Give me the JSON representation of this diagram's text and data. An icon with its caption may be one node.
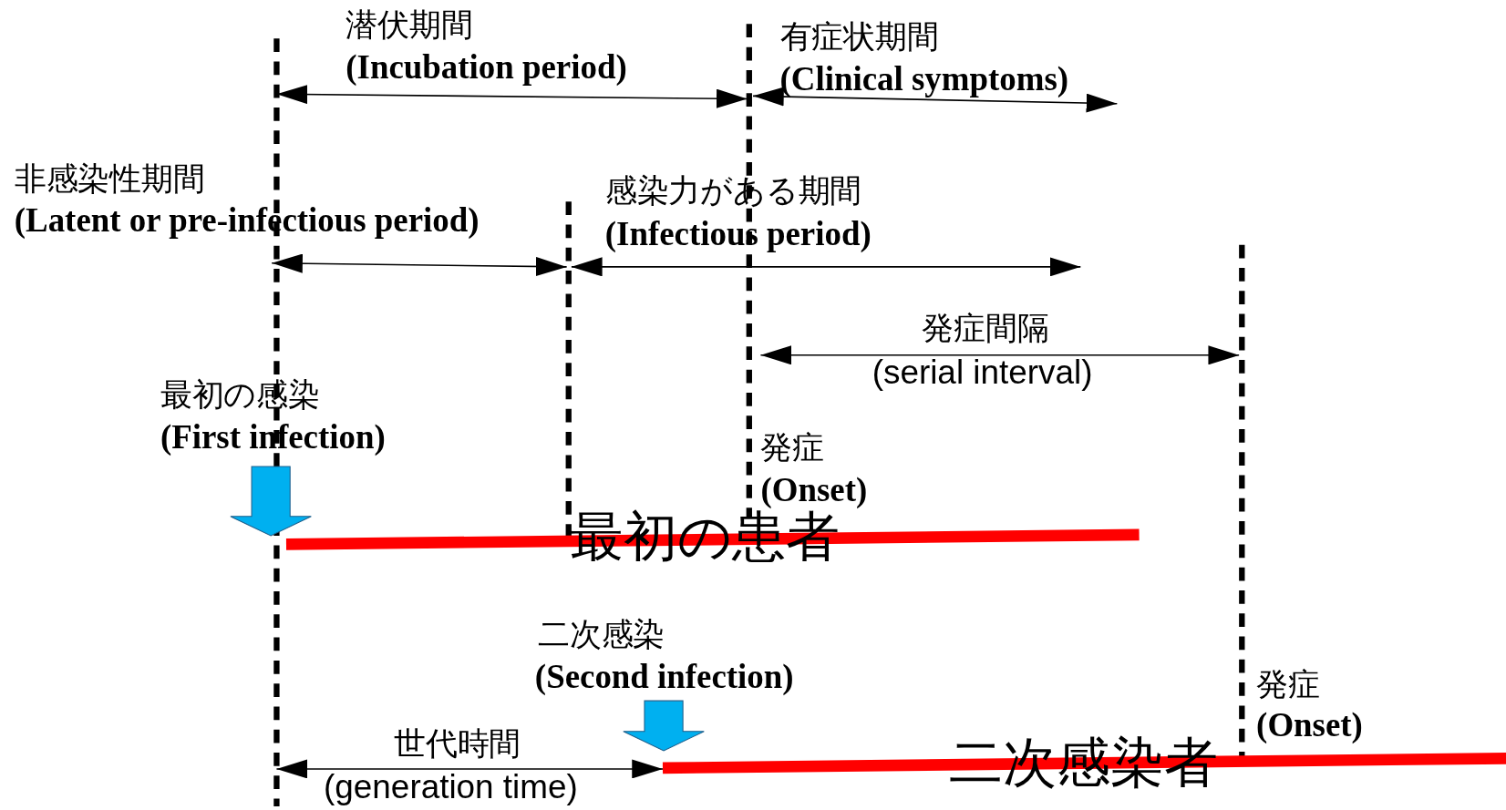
{
  "diagram": {
    "labels": [
      "潜伏期間",
      "(Incubation period)",
      "有症状期間",
      "(Clinical symptoms)",
      "非感染性期間",
      "(Latent or pre-infectious period)",
      "感染力がある期間",
      "(Infectious period)",
      "発症間隔",
      "(serial interval)",
      "最初の感染",
      "(First infection)",
      "発症",
      "(Onset)",
      "最初の患者",
      "二次感染",
      "(Second infection)",
      "発症",
      "(Onset)",
      "二次感染者",
      "世代時間",
      "(generation time)"
    ]
  }
}
